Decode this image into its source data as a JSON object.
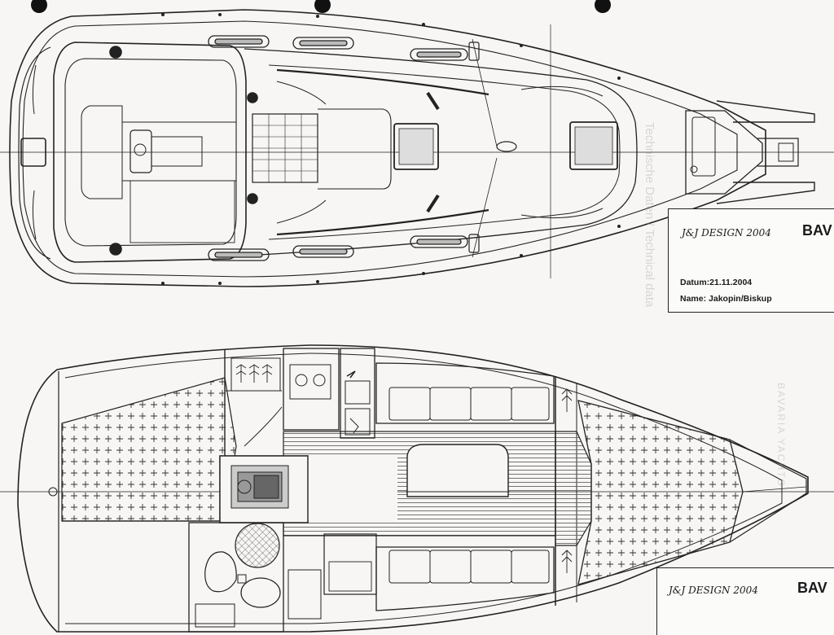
{
  "title_blocks": [
    {
      "design": "J&J DESIGN 2004",
      "brand": "BAV",
      "date": "Datum:21.11.2004",
      "name": "Name:  Jakopin/Biskup"
    },
    {
      "design": "J&J DESIGN 2004",
      "brand": "BAV"
    }
  ],
  "watermarks": {
    "technical": "Technische Daten / Technical data",
    "bavaria": "BAVARIA YACHTS"
  }
}
